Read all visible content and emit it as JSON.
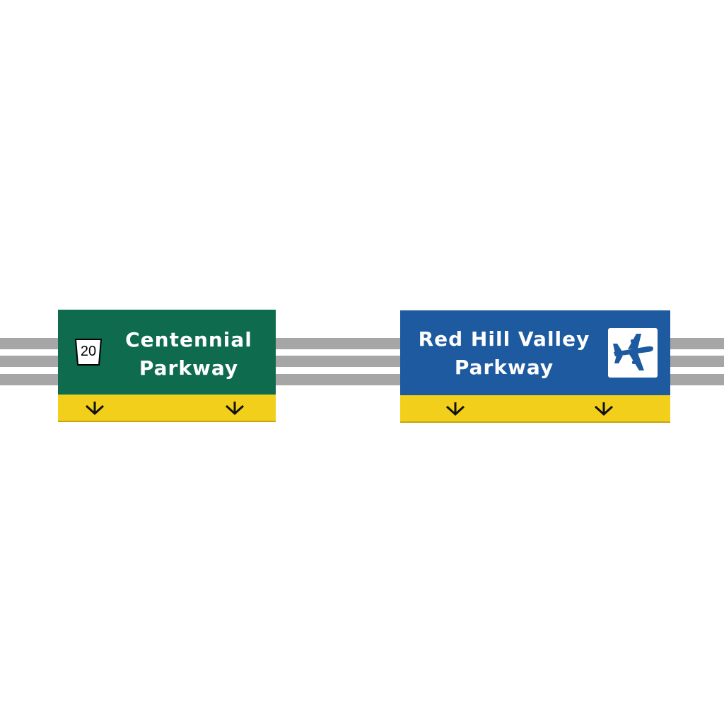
{
  "signs": {
    "left": {
      "route_number": "20",
      "line1": "Centennial",
      "line2": "Parkway",
      "panel_color": "#0e6b4e",
      "tab_color": "#f2cf1b",
      "icons": [
        "route-shield-icon",
        "arrow-down-icon",
        "arrow-down-icon"
      ]
    },
    "right": {
      "line1": "Red Hill Valley",
      "line2": "Parkway",
      "panel_color": "#1e5aa0",
      "tab_color": "#f2cf1b",
      "icons": [
        "airplane-icon",
        "arrow-down-icon",
        "arrow-down-icon"
      ]
    }
  },
  "gantry_color": "#a6a6a6"
}
